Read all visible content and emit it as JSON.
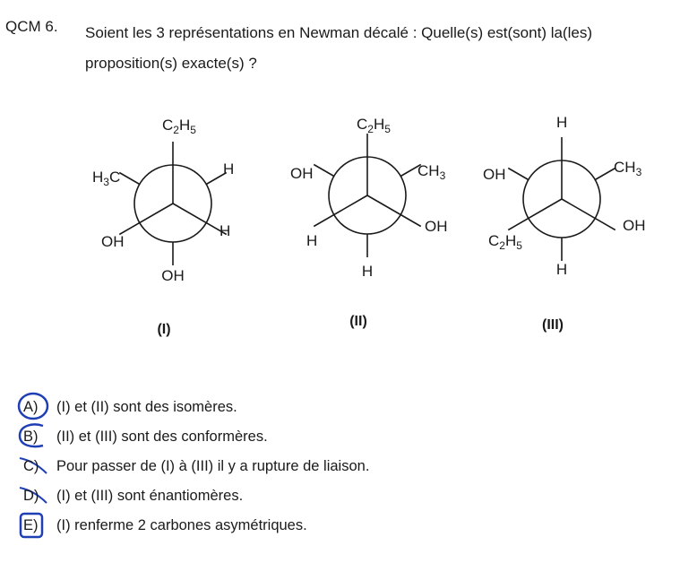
{
  "question": {
    "label": "QCM 6.",
    "line1": "Soient les 3 représentations en Newman décalé : Quelle(s) est(sont) la(les)",
    "line2": "proposition(s) exacte(s) ?"
  },
  "projections": [
    {
      "caption": "(I)",
      "front": {
        "top": "C2H5",
        "bottom_right": "H",
        "bottom_left": "OH"
      },
      "back": {
        "top_left": "H3C",
        "top_right": "H",
        "bottom": "OH"
      }
    },
    {
      "caption": "(II)",
      "front": {
        "top": "C2H5",
        "bottom_right": "OH",
        "bottom_left": "H"
      },
      "back": {
        "top_left": "OH",
        "top_right": "CH3",
        "bottom": "H"
      }
    },
    {
      "caption": "(III)",
      "front": {
        "top": "H",
        "bottom_right": "OH",
        "bottom_left": "C2H5"
      },
      "back": {
        "top_left": "OH",
        "top_right": "CH3",
        "bottom": "H"
      }
    }
  ],
  "options": [
    {
      "letter": "A)",
      "text": "(I) et (II) sont des isomères.",
      "mark": "circled"
    },
    {
      "letter": "B)",
      "text": "(II) et (III) sont des conformères.",
      "mark": "circled"
    },
    {
      "letter": "C)",
      "text": "Pour passer de (I) à (III) il y a rupture de liaison.",
      "mark": "crossed"
    },
    {
      "letter": "D)",
      "text": "(I) et (III) sont énantiomères.",
      "mark": "crossed"
    },
    {
      "letter": "E)",
      "text": "(I) renferme 2 carbones asymétriques.",
      "mark": "boxed"
    }
  ],
  "colors": {
    "text": "#1a1a1a",
    "pen": "#1f3fb5"
  }
}
